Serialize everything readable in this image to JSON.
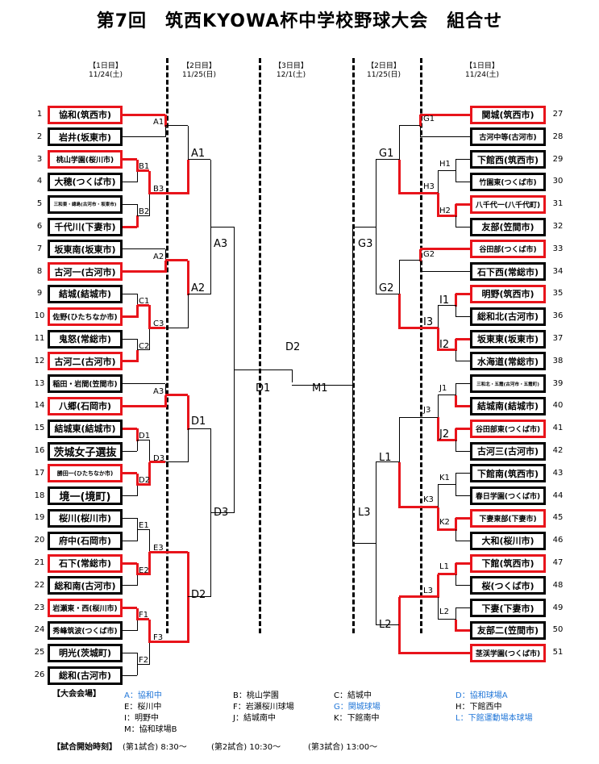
{
  "title": "第7回　筑西KYOWA杯中学校野球大会　組合せ",
  "day_headers": [
    {
      "key": "day1_left",
      "label": "【1日目】",
      "date": "11/24(土)"
    },
    {
      "key": "day2_left",
      "label": "【2日目】",
      "date": "11/25(日)"
    },
    {
      "key": "day3",
      "label": "【3日目】",
      "date": "12/1(土)"
    },
    {
      "key": "day2_right",
      "label": "【2日目】",
      "date": "11/25(日)"
    },
    {
      "key": "day1_right",
      "label": "【1日目】",
      "date": "11/24(土)"
    }
  ],
  "left_teams": [
    {
      "num": "1",
      "name": "協和(筑西市)",
      "red": true
    },
    {
      "num": "2",
      "name": "岩井(坂東市)",
      "red": false
    },
    {
      "num": "3",
      "name": "桃山学園(桜川市)",
      "red": true
    },
    {
      "num": "4",
      "name": "大穂(つくば市)",
      "red": false
    },
    {
      "num": "5",
      "name": "三和東・總島(古河市・坂東市)",
      "red": false
    },
    {
      "num": "6",
      "name": "千代川(下妻市)",
      "red": false
    },
    {
      "num": "7",
      "name": "坂東南(坂東市)",
      "red": false
    },
    {
      "num": "8",
      "name": "古河一(古河市)",
      "red": true
    },
    {
      "num": "9",
      "name": "結城(結城市)",
      "red": false
    },
    {
      "num": "10",
      "name": "佐野(ひたちなか市)",
      "red": true
    },
    {
      "num": "11",
      "name": "鬼怒(常総市)",
      "red": false
    },
    {
      "num": "12",
      "name": "古河二(古河市)",
      "red": true
    },
    {
      "num": "13",
      "name": "稲田・岩間(笠間市)",
      "red": false
    },
    {
      "num": "14",
      "name": "八郷(石岡市)",
      "red": true
    },
    {
      "num": "15",
      "name": "結城東(結城市)",
      "red": false
    },
    {
      "num": "16",
      "name": "茨城女子選抜",
      "red": false
    },
    {
      "num": "17",
      "name": "勝田一(ひたちなか市)",
      "red": true
    },
    {
      "num": "18",
      "name": "境一(境町)",
      "red": false
    },
    {
      "num": "19",
      "name": "桜川(桜川市)",
      "red": false
    },
    {
      "num": "20",
      "name": "府中(石岡市)",
      "red": false
    },
    {
      "num": "21",
      "name": "石下(常総市)",
      "red": true
    },
    {
      "num": "22",
      "name": "総和南(古河市)",
      "red": false
    },
    {
      "num": "23",
      "name": "岩瀬東・西(桜川市)",
      "red": true
    },
    {
      "num": "24",
      "name": "秀峰筑波(つくば市)",
      "red": false
    },
    {
      "num": "25",
      "name": "明光(茨城町)",
      "red": false
    },
    {
      "num": "26",
      "name": "総和(古河市)",
      "red": false
    }
  ],
  "right_teams": [
    {
      "num": "27",
      "name": "関城(筑西市)",
      "red": true
    },
    {
      "num": "28",
      "name": "古河中等(古河市)",
      "red": false
    },
    {
      "num": "29",
      "name": "下館西(筑西市)",
      "red": false
    },
    {
      "num": "30",
      "name": "竹園東(つくば市)",
      "red": false
    },
    {
      "num": "31",
      "name": "八千代一(八千代町)",
      "red": true
    },
    {
      "num": "32",
      "name": "友部(笠間市)",
      "red": false
    },
    {
      "num": "33",
      "name": "谷田部(つくば市)",
      "red": true
    },
    {
      "num": "34",
      "name": "石下西(常総市)",
      "red": false
    },
    {
      "num": "35",
      "name": "明野(筑西市)",
      "red": true
    },
    {
      "num": "36",
      "name": "総和北(古河市)",
      "red": false
    },
    {
      "num": "37",
      "name": "坂東東(坂東市)",
      "red": false
    },
    {
      "num": "38",
      "name": "水海道(常総市)",
      "red": false
    },
    {
      "num": "39",
      "name": "三和北・五霞(古河市・五霞町)",
      "red": false
    },
    {
      "num": "40",
      "name": "結城南(結城市)",
      "red": false
    },
    {
      "num": "41",
      "name": "谷田部東(つくば市)",
      "red": true
    },
    {
      "num": "42",
      "name": "古河三(古河市)",
      "red": false
    },
    {
      "num": "43",
      "name": "下館南(筑西市)",
      "red": false
    },
    {
      "num": "44",
      "name": "春日学園(つくば市)",
      "red": false
    },
    {
      "num": "45",
      "name": "下妻東部(下妻市)",
      "red": true
    },
    {
      "num": "46",
      "name": "大和(桜川市)",
      "red": false
    },
    {
      "num": "47",
      "name": "下館(筑西市)",
      "red": true
    },
    {
      "num": "48",
      "name": "桜(つくば市)",
      "red": false
    },
    {
      "num": "49",
      "name": "下妻(下妻市)",
      "red": false
    },
    {
      "num": "50",
      "name": "友部二(笠間市)",
      "red": false
    },
    {
      "num": "51",
      "name": "茎渓学園(つくば市)",
      "red": true
    }
  ],
  "game_labels": [
    "A1",
    "B1",
    "B3",
    "B2",
    "A2",
    "C1",
    "C3",
    "C2",
    "A3",
    "D1",
    "D3",
    "D2",
    "E1",
    "E3",
    "E2",
    "F1",
    "F3",
    "F2",
    "A1",
    "A3",
    "A2",
    "D1",
    "D3",
    "D2",
    "D2",
    "D1",
    "M1",
    "G3",
    "L3",
    "G1",
    "G2",
    "L1",
    "L2",
    "G1",
    "H1",
    "H3",
    "H2",
    "G2",
    "I1",
    "I3",
    "I2",
    "J1",
    "J3",
    "J2",
    "K1",
    "K3",
    "K2",
    "L1",
    "L3",
    "L2"
  ],
  "venues": {
    "title": "【大会会場】",
    "items": [
      {
        "code": "A：",
        "name": "協和中",
        "blue": true
      },
      {
        "code": "B：",
        "name": "桃山学園",
        "blue": false
      },
      {
        "code": "C：",
        "name": "結城中",
        "blue": false
      },
      {
        "code": "D：",
        "name": "協和球場A",
        "blue": true
      },
      {
        "code": "E：",
        "name": "桜川中",
        "blue": false
      },
      {
        "code": "F：",
        "name": "岩瀬桜川球場",
        "blue": false
      },
      {
        "code": "G：",
        "name": "関城球場",
        "blue": true
      },
      {
        "code": "H：",
        "name": "下館西中",
        "blue": false
      },
      {
        "code": "I：",
        "name": "明野中",
        "blue": false
      },
      {
        "code": "J：",
        "name": "結城南中",
        "blue": false
      },
      {
        "code": "K：",
        "name": "下館南中",
        "blue": false
      },
      {
        "code": "L：",
        "name": "下館運動場本球場",
        "blue": true
      },
      {
        "code": "M：",
        "name": "協和球場B",
        "blue": false
      }
    ]
  },
  "start_times": {
    "title": "【試合開始時刻】",
    "first": "(第1試合) 8:30～",
    "second": "(第2試合) 10:30～",
    "third": "(第3試合) 13:00～"
  },
  "colors": {
    "winner_line": "#e8141b",
    "line": "#000000",
    "venue_highlight": "#2277d8"
  }
}
